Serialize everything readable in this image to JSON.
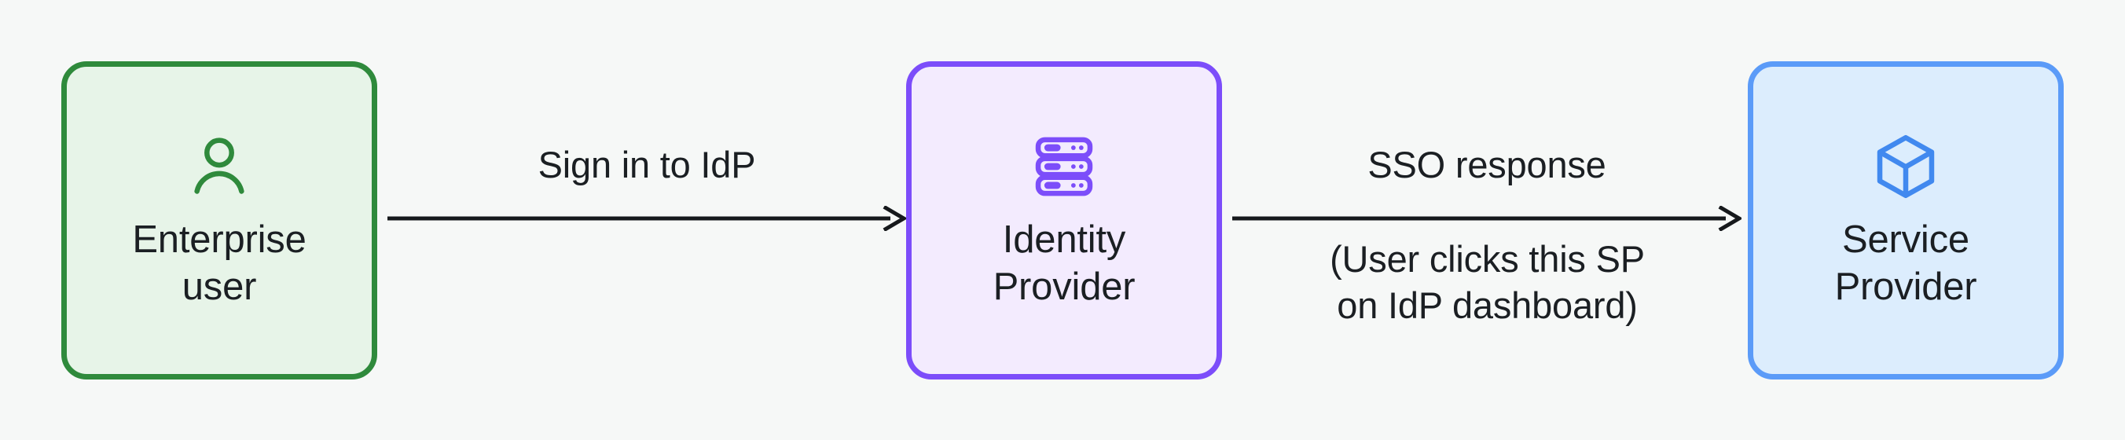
{
  "diagram": {
    "background_color": "#f6f8f7",
    "text_color": "#1b1f23",
    "nodes": [
      {
        "id": "enterprise-user",
        "label": "Enterprise\nuser",
        "icon": "user-icon",
        "border_color": "#2f8a3c",
        "fill_color": "#e7f4e8"
      },
      {
        "id": "identity-provider",
        "label": "Identity\nProvider",
        "icon": "server-stack-icon",
        "border_color": "#7c4dfa",
        "fill_color": "#f3ebfe"
      },
      {
        "id": "service-provider",
        "label": "Service\nProvider",
        "icon": "cube-icon",
        "border_color": "#5b9bf8",
        "fill_color": "#dcedfd"
      }
    ],
    "edges": [
      {
        "id": "user-to-idp",
        "label": "Sign in to IdP",
        "note": "",
        "color": "#16191c",
        "direction": "right"
      },
      {
        "id": "idp-to-sp",
        "label": "SSO response",
        "note": "(User clicks this SP\non IdP dashboard)",
        "color": "#16191c",
        "direction": "right"
      }
    ]
  }
}
